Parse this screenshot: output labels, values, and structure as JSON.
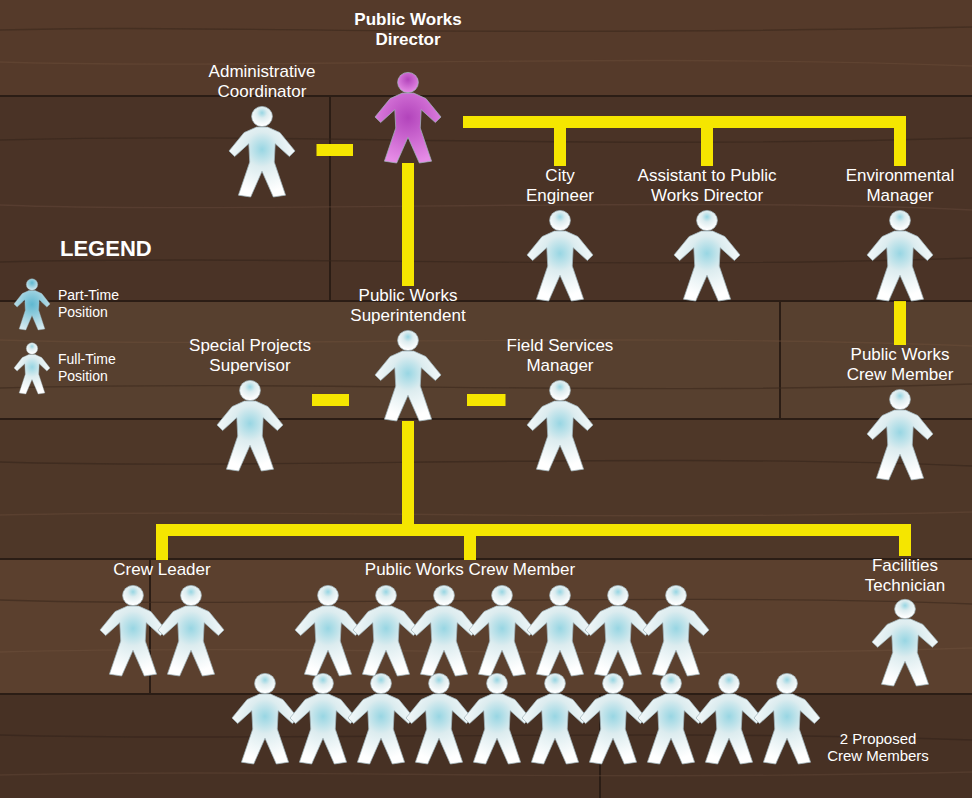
{
  "diagram": {
    "nodes": [
      {
        "text": [
          "Public Works Director"
        ]
      },
      {
        "text": [
          "Administrative Coordinator"
        ]
      },
      {
        "text": [
          "City Engineer"
        ]
      },
      {
        "text": [
          "Assistant to Public Works Director"
        ]
      },
      {
        "text": [
          "Environmental Manager"
        ]
      },
      {
        "text": [
          "Public Works Superintendent"
        ]
      },
      {
        "text": [
          "Special Projects Supervisor"
        ]
      },
      {
        "text": [
          "Field Services Manager"
        ]
      },
      {
        "text": [
          "Public Works Crew Member"
        ]
      },
      {
        "text": [
          "Crew Leader"
        ]
      },
      {
        "text": [
          "Public Works Crew Member"
        ]
      },
      {
        "text": [
          "Facilities Technician"
        ]
      },
      {
        "text": [
          "2 Proposed Crew Members"
        ]
      }
    ],
    "edges": [
      {
        "from": 0,
        "to": 1,
        "arrow": "none"
      },
      {
        "from": 0,
        "to": 2,
        "arrow": "none"
      },
      {
        "from": 0,
        "to": 3,
        "arrow": "none"
      },
      {
        "from": 0,
        "to": 4,
        "arrow": "none"
      },
      {
        "from": 0,
        "to": 5,
        "arrow": "none"
      },
      {
        "from": 4,
        "to": 8,
        "arrow": "none"
      },
      {
        "from": 5,
        "to": 6,
        "arrow": "none"
      },
      {
        "from": 5,
        "to": 7,
        "arrow": "none"
      },
      {
        "from": 5,
        "to": 9,
        "arrow": "none"
      },
      {
        "from": 5,
        "to": 10,
        "arrow": "none"
      },
      {
        "from": 5,
        "to": 11,
        "arrow": "none"
      }
    ],
    "labels": [
      "LEGEND"
    ],
    "legend": [
      {
        "text": "Part-Time Position"
      },
      {
        "text": "Full-Time Position"
      }
    ]
  }
}
